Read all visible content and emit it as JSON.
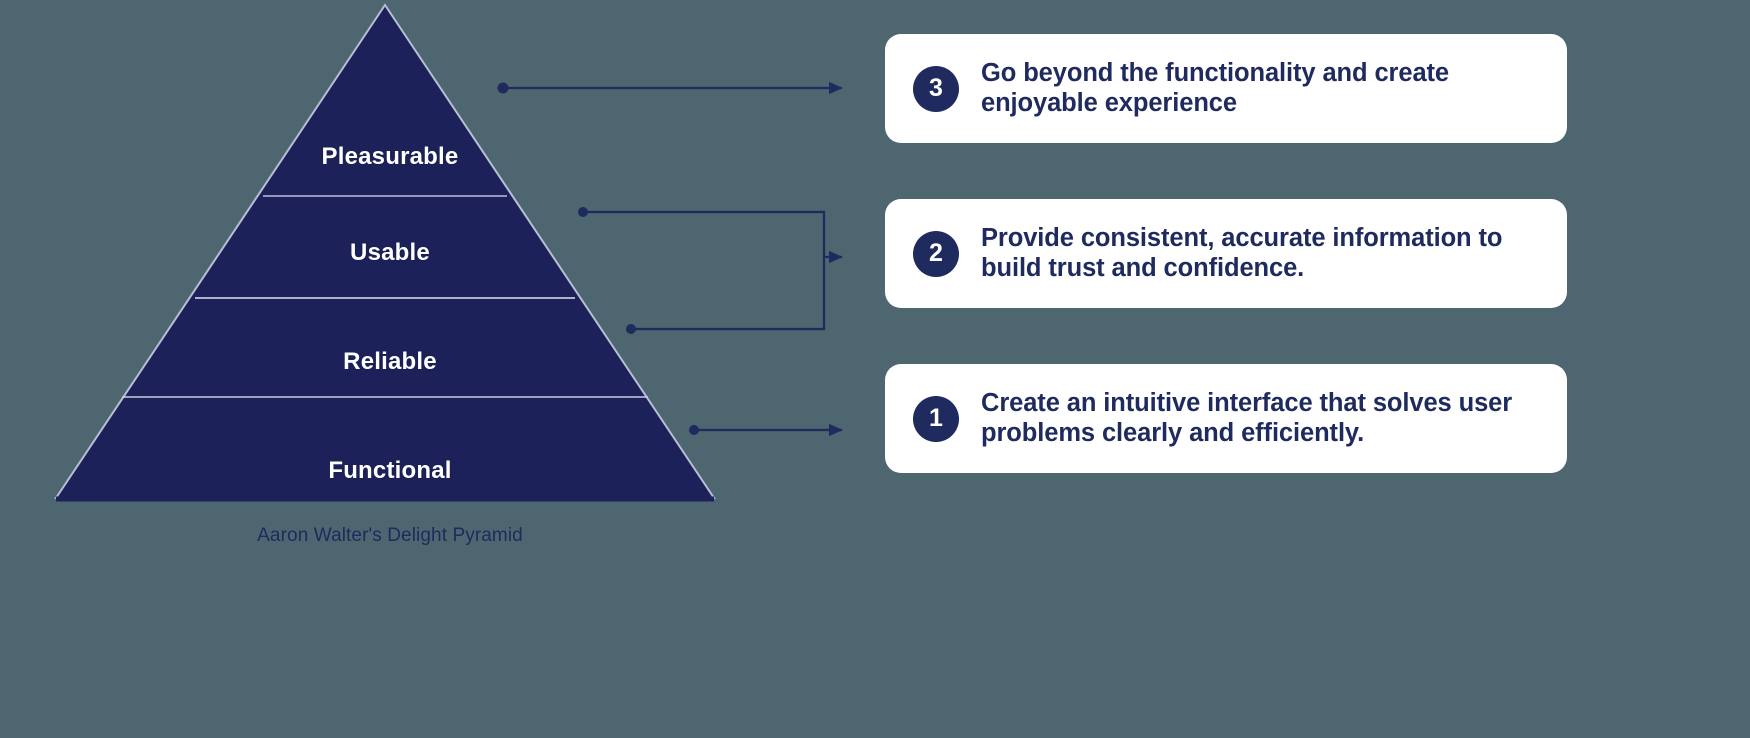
{
  "colors": {
    "background": "#4d666f",
    "pyramid_fill": "#1c2259",
    "pyramid_edge": "#b9bed6",
    "accent_navy": "#1f2a5e",
    "card_background": "#ffffff",
    "tier_label": "#ffffff"
  },
  "pyramid": {
    "caption": "Aaron Walter's Delight Pyramid",
    "tiers": [
      {
        "id": "pleasurable",
        "label": "Pleasurable",
        "level": 4
      },
      {
        "id": "usable",
        "label": "Usable",
        "level": 3
      },
      {
        "id": "reliable",
        "label": "Reliable",
        "level": 2
      },
      {
        "id": "functional",
        "label": "Functional",
        "level": 1
      }
    ]
  },
  "cards": [
    {
      "id": "card-3",
      "number": "3",
      "text": "Go beyond the functionality and create enjoyable experience",
      "linked_tier": "Pleasurable"
    },
    {
      "id": "card-2",
      "number": "2",
      "text": "Provide consistent, accurate information to build trust and confidence.",
      "linked_tier": "Usable / Reliable"
    },
    {
      "id": "card-1",
      "number": "1",
      "text": "Create an intuitive interface that solves user problems clearly and efficiently.",
      "linked_tier": "Functional"
    }
  ],
  "connectors": [
    {
      "id": "connector-pleasurable",
      "type": "straight-arrow",
      "to": "card-3"
    },
    {
      "id": "connector-usable-reliable",
      "type": "bracket-arrow",
      "to": "card-2"
    },
    {
      "id": "connector-functional",
      "type": "straight-arrow",
      "to": "card-1"
    }
  ]
}
